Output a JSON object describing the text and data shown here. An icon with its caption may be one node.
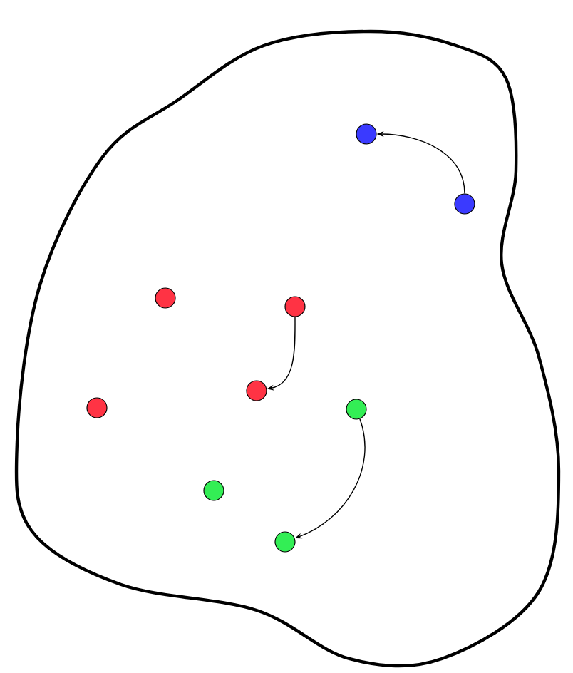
{
  "diagram": {
    "nodes": [
      {
        "text": [],
        "shape": "blob"
      },
      {
        "text": [],
        "shape": "circle",
        "in": 0
      },
      {
        "text": [],
        "shape": "circle",
        "in": 0
      },
      {
        "text": [],
        "shape": "circle",
        "in": 0
      },
      {
        "text": [],
        "shape": "circle",
        "in": 0
      },
      {
        "text": [],
        "shape": "circle",
        "in": 0
      },
      {
        "text": [],
        "shape": "circle",
        "in": 0
      },
      {
        "text": [],
        "shape": "circle",
        "in": 0
      },
      {
        "text": [],
        "shape": "circle",
        "in": 0
      },
      {
        "text": [],
        "shape": "circle",
        "in": 0
      }
    ],
    "edges": [
      {
        "from": 2,
        "to": 1,
        "arrow": "to"
      },
      {
        "from": 4,
        "to": 5,
        "arrow": "to"
      },
      {
        "from": 7,
        "to": 9,
        "arrow": "to"
      }
    ]
  }
}
